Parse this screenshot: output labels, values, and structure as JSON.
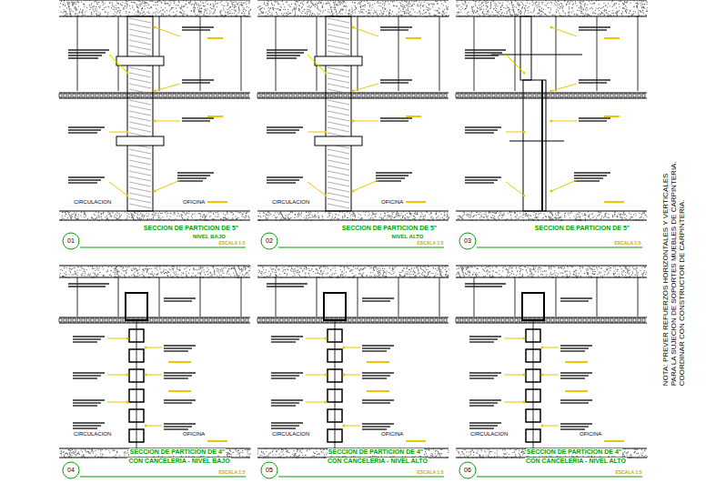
{
  "diagram": {
    "labels": [
      "CIRCULACION",
      "OFICINA",
      "SECCION DE PARTICION DE 5\"",
      "NIVEL BAJO",
      "ESCALA 1:5",
      "01",
      "CIRCULACION",
      "OFICINA",
      "SECCION DE PARTICION DE 5\"",
      "NIVEL ALTO",
      "ESCALA 1:5",
      "02",
      "SECCION DE PARTICION DE 5\"",
      "ESCALA 1:5",
      "03",
      "CIRCULACION",
      "OFICINA",
      "SECCION DE PARTICION DE 4\"",
      "CON CANCELERIA - NIVEL BAJO",
      "ESCALA 1:5",
      "04",
      "CIRCULACION",
      "OFICINA",
      "SECCION DE PARTICION DE 4\"",
      "CON CANCELERIA - NIVEL ALTO",
      "ESCALA 1:5",
      "05",
      "CIRCULACION",
      "OFICINA",
      "SECCION DE PARTICION DE 4\"",
      "CON CANCELERIA - NIVEL ALTO",
      "ESCALA 1:5",
      "06",
      "NOTA: PREVER REFUERZOS HORIZONTALES Y VERTICALES PARA LA SUJECION DE SOPORTES MUEBLES DE CARPINTERIA. COORDINAR CON CONSTRUCTOR DE CARPINTERIA."
    ]
  }
}
